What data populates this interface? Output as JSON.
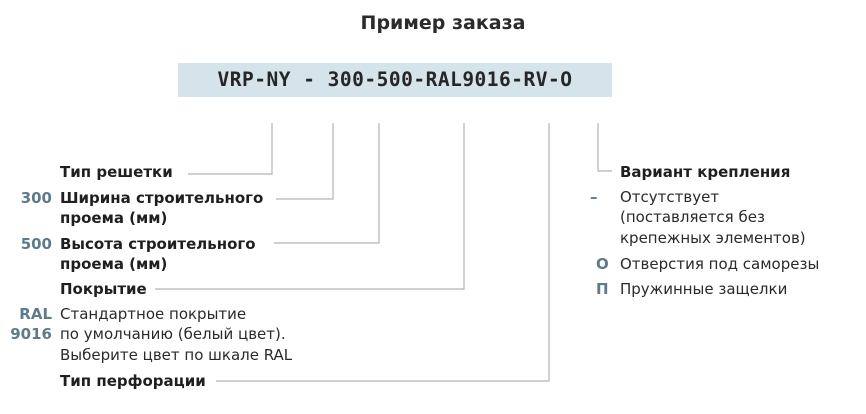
{
  "title": "Пример заказа",
  "order_code": "VRP-NY - 300-500-RAL9016-RV-O",
  "left_items": [
    {
      "code": "",
      "label_lines": [
        "Тип решетки"
      ],
      "desc_lines": []
    },
    {
      "code": "300",
      "label_lines": [
        "Ширина строительного",
        "проема (мм)"
      ],
      "desc_lines": []
    },
    {
      "code": "500",
      "label_lines": [
        "Высота строительного",
        "проема (мм)"
      ],
      "desc_lines": []
    },
    {
      "code": "",
      "label_lines": [
        "Покрытие"
      ],
      "desc_lines": []
    },
    {
      "code_lines": [
        "RAL",
        "9016"
      ],
      "desc_lines": [
        "Стандартное покрытие",
        "по умолчанию (белый цвет).",
        "Выберите цвет по шкале RAL"
      ]
    },
    {
      "code": "",
      "label_lines": [
        "Тип перфорации"
      ],
      "desc_lines": []
    }
  ],
  "right": {
    "heading": "Вариант крепления",
    "options": [
      {
        "code": "–",
        "lines": [
          "Отсутствует",
          "(поставляется без",
          "крепежных элементов)"
        ]
      },
      {
        "code": "О",
        "lines": [
          "Отверстия под саморезы"
        ]
      },
      {
        "code": "П",
        "lines": [
          "Пружинные защелки"
        ]
      }
    ]
  },
  "colors": {
    "code_box_bg": "#d5e3ea",
    "code_accent": "#5d7b8a",
    "connector": "#b3b3b3"
  }
}
